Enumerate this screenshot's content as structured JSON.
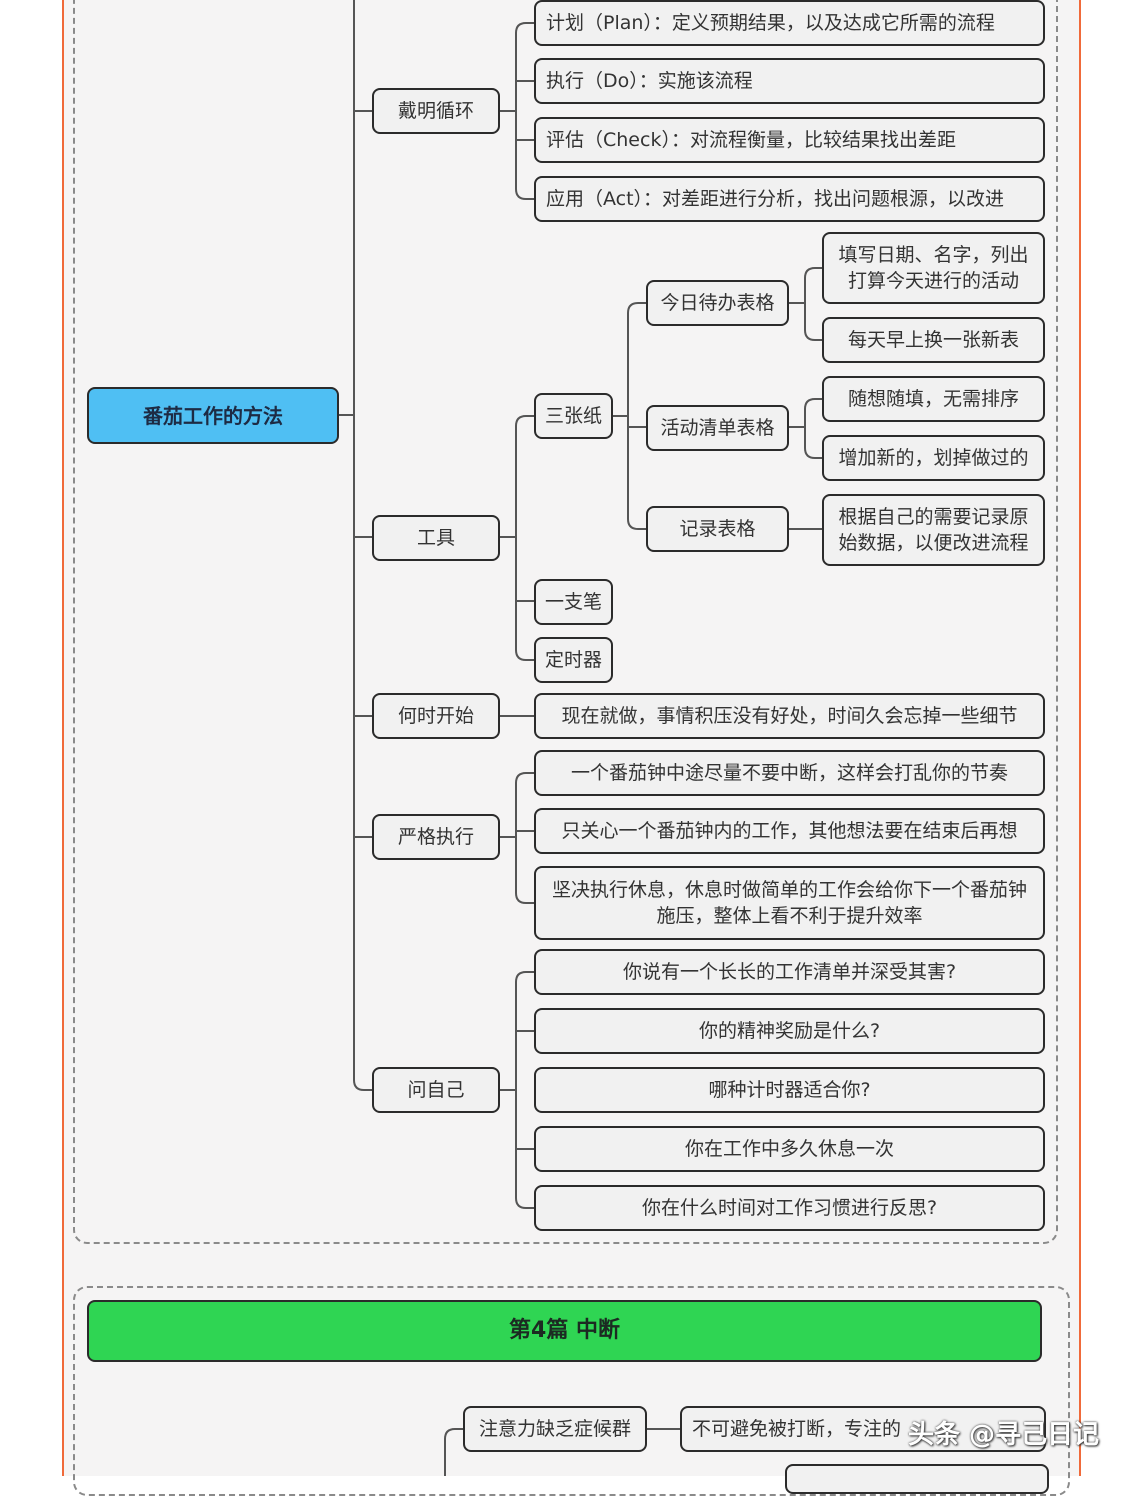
{
  "root": "番茄工作的方法",
  "branches": {
    "deming": {
      "label": "戴明循环",
      "items": [
        "计划（Plan）：定义预期结果，以及达成它所需的流程",
        "执行（Do）：实施该流程",
        "评估（Check）：对流程衡量，比较结果找出差距",
        "应用（Act）：对差距进行分析，找出问题根源，以改进"
      ]
    },
    "tools": {
      "label": "工具",
      "three_sheets": {
        "label": "三张纸",
        "todo_today": {
          "label": "今日待办表格",
          "items": [
            "填写日期、名字，列出打算今天进行的活动",
            "每天早上换一张新表"
          ]
        },
        "activity_list": {
          "label": "活动清单表格",
          "items": [
            "随想随填，无需排序",
            "增加新的，划掉做过的"
          ]
        },
        "record": {
          "label": "记录表格",
          "items": [
            "根据自己的需要记录原始数据，以便改进流程"
          ]
        }
      },
      "pen": "一支笔",
      "timer": "定时器"
    },
    "when_start": {
      "label": "何时开始",
      "items": [
        "现在就做，事情积压没有好处，时间久会忘掉一些细节"
      ]
    },
    "strict": {
      "label": "严格执行",
      "items": [
        "一个番茄钟中途尽量不要中断，这样会打乱你的节奏",
        "只关心一个番茄钟内的工作，其他想法要在结束后再想",
        "坚决执行休息，休息时做简单的工作会给你下一个番茄钟施压，整体上看不利于提升效率"
      ]
    },
    "ask_self": {
      "label": "问自己",
      "items": [
        "你说有一个长长的工作清单并深受其害?",
        "你的精神奖励是什么?",
        "哪种计时器适合你?",
        "你在工作中多久休息一次",
        "你在什么时间对工作习惯进行反思?"
      ]
    }
  },
  "section4": {
    "title": "第4篇 中断",
    "child1": "注意力缺乏症候群",
    "child1_note": "不可避免被打断，专注的"
  },
  "watermark": "头条 @寻己日记",
  "colors": {
    "root_fill": "#4fbff3",
    "section_fill": "#2fd553",
    "border_accent": "#f06a3a",
    "node_fill": "#f1f1f1"
  }
}
